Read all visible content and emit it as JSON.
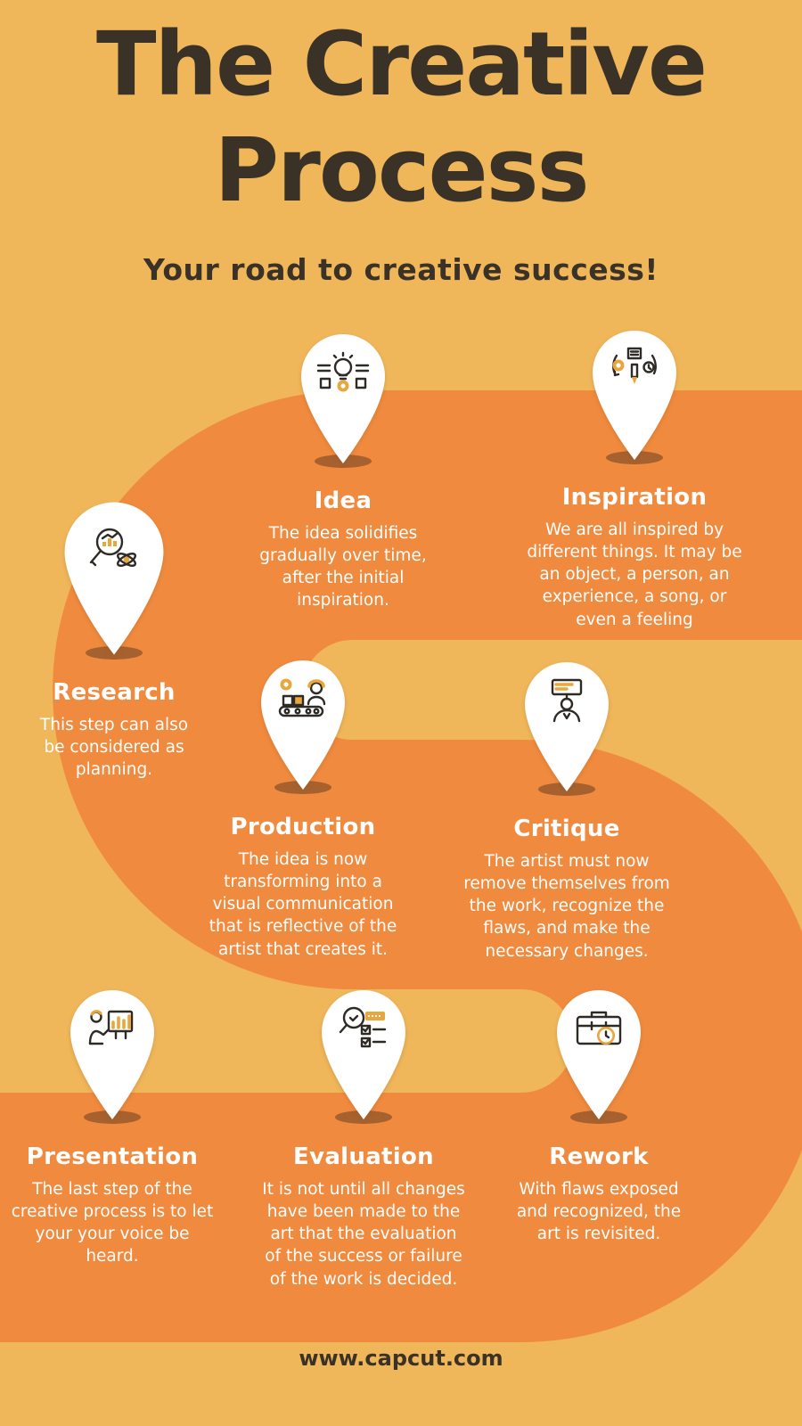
{
  "header": {
    "title_line1": "The Creative",
    "title_line2": "Process",
    "subtitle": "Your road to creative success!"
  },
  "footer": {
    "url": "www.capcut.com"
  },
  "colors": {
    "background": "#F0B65A",
    "road": "#F08A3E",
    "heading_text": "#3B3227",
    "step_text": "#FFFFFF",
    "pin_fill": "#FFFFFF",
    "pin_shadow": "#A6612E",
    "icon_accent": "#E8A63C",
    "icon_line": "#2E2A26"
  },
  "steps": [
    {
      "name": "Idea",
      "icon": "idea-lightbulb-icon",
      "description": "The idea solidifies gradually over time, after the initial inspiration."
    },
    {
      "name": "Inspiration",
      "icon": "inspiration-pencil-icon",
      "description": "We are all inspired by different things.  It may be an object, a person, an experience, a song, or even a feeling"
    },
    {
      "name": "Research",
      "icon": "research-magnifier-icon",
      "description": "This step can also be considered as planning."
    },
    {
      "name": "Production",
      "icon": "production-conveyor-icon",
      "description": "The idea is now transforming into a visual communication that is reflective of the artist that creates it."
    },
    {
      "name": "Critique",
      "icon": "critique-person-icon",
      "description": "The artist must now remove themselves from the work, recognize the flaws, and make the necessary changes."
    },
    {
      "name": "Presentation",
      "icon": "presentation-chart-icon",
      "description": "The last step of the creative process is to let your your voice be heard."
    },
    {
      "name": "Evaluation",
      "icon": "evaluation-checklist-icon",
      "description": "It is not until all changes have been made to the art that the evaluation of the success or failure of the work is decided."
    },
    {
      "name": "Rework",
      "icon": "rework-toolbox-clock-icon",
      "description": "With flaws exposed and recognized, the art is revisited."
    }
  ]
}
